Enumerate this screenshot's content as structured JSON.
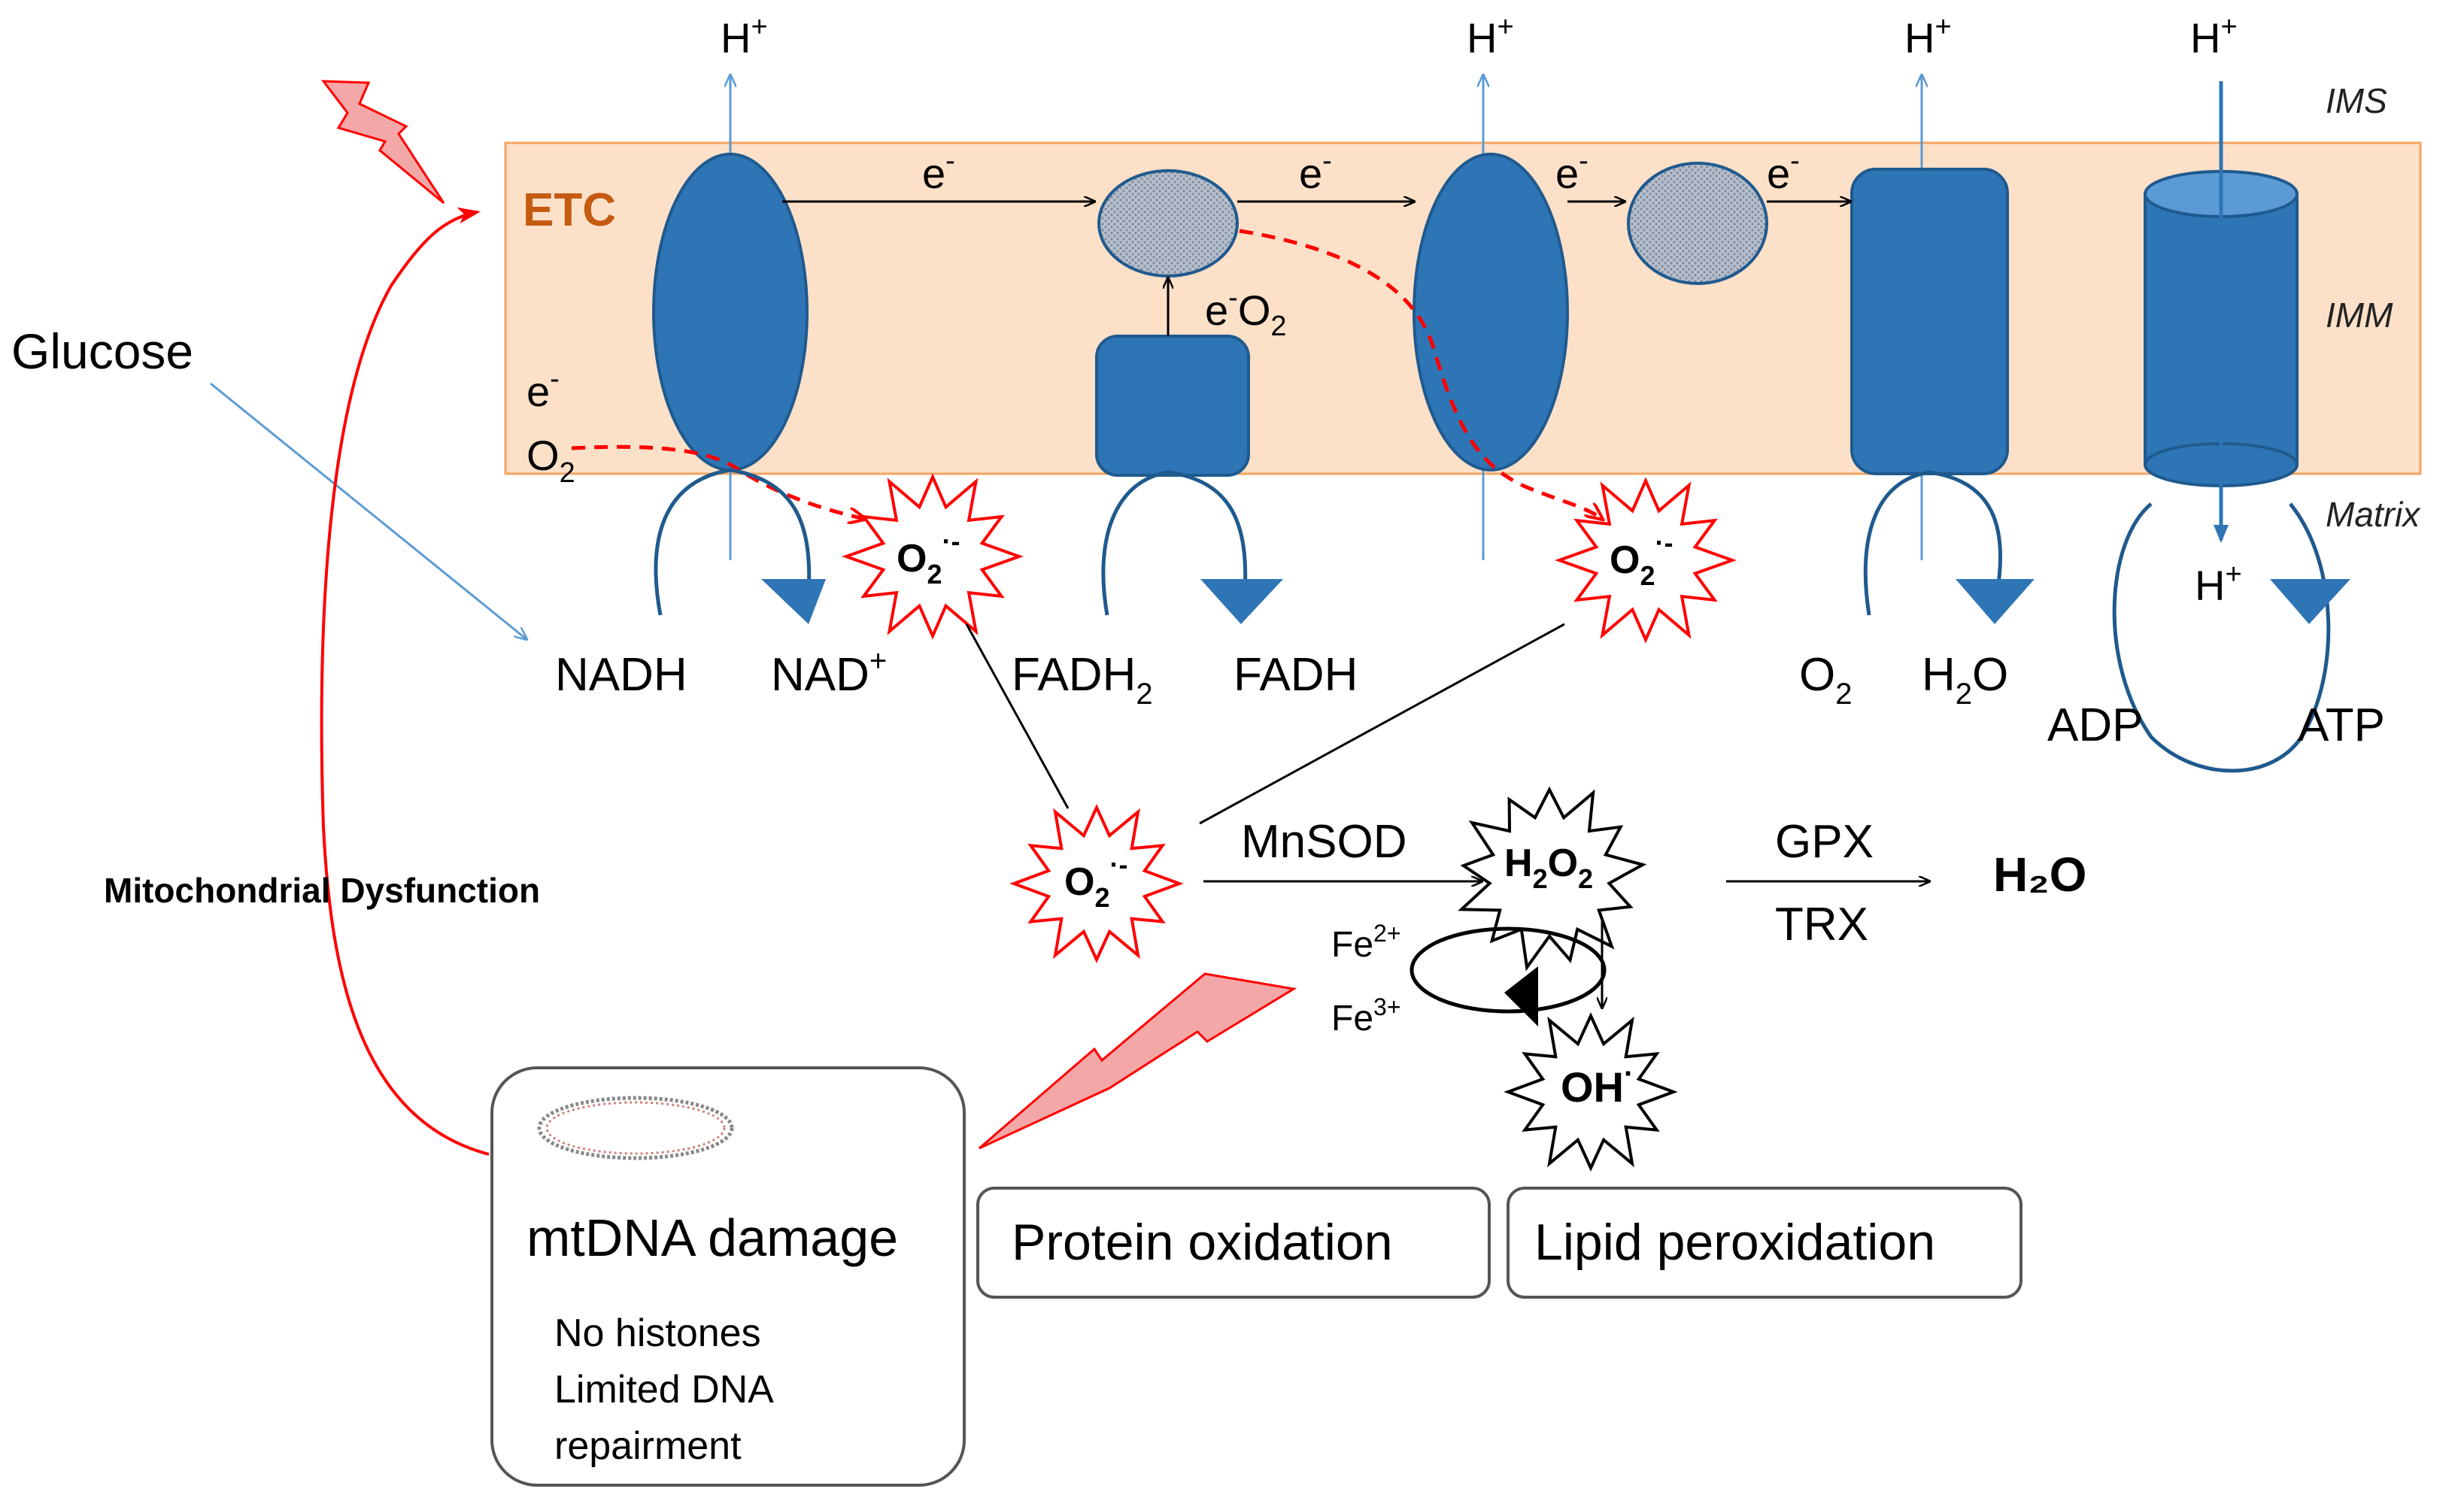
{
  "membrane": {
    "label": "ETC",
    "region_ims": "IMS",
    "region_imm": "IMM",
    "region_matrix": "Matrix"
  },
  "protons": {
    "symbol": "H",
    "charge": "+"
  },
  "electron": {
    "symbol": "e",
    "charge": "-"
  },
  "oxygen": {
    "symbol": "O",
    "subscript": "2"
  },
  "ros": {
    "superoxide": {
      "base": "O",
      "sub": "2",
      "sup": "·-"
    },
    "peroxide": {
      "h": "H",
      "sub1": "2",
      "o": "O",
      "sub2": "2"
    },
    "hydroxyl": {
      "base": "OH",
      "sup": "·"
    }
  },
  "substrates": {
    "nadh": "NADH",
    "nad_base": "NAD",
    "nad_sup": "+",
    "fadh2_base": "FADH",
    "fadh2_sub": "2",
    "fadh": "FADH",
    "o2_base": "O",
    "o2_sub": "2",
    "h2o_h": "H",
    "h2o_sub": "2",
    "h2o_o": "O",
    "adp": "ADP",
    "atp": "ATP"
  },
  "inputs": {
    "glucose": "Glucose"
  },
  "enzymes": {
    "mnsod": "MnSOD",
    "gpx": "GPX",
    "trx": "TRX"
  },
  "iron": {
    "fe2_base": "Fe",
    "fe2_sup": "2+",
    "fe3_base": "Fe",
    "fe3_sup": "3+"
  },
  "products": {
    "water": "H₂O"
  },
  "feedback": {
    "label": "Mitochondrial Dysfunction"
  },
  "damage": {
    "mtdna_title": "mtDNA damage",
    "mtdna_notes": [
      "No histones",
      "Limited DNA",
      "repairment"
    ],
    "protein": "Protein oxidation",
    "lipid": "Lipid peroxidation"
  },
  "colors": {
    "membrane_fill": "#fde0c8",
    "membrane_stroke": "#f4a460",
    "complex_blue": "#2e75b6",
    "complex_dark": "#1f5a8e",
    "carrier_grey": "#aab4c4",
    "etc_label": "#c55a11",
    "ros_red": "#ff0000",
    "bolt_fill": "#f4a7a7",
    "proton_arrow": "#5b9bd5"
  }
}
